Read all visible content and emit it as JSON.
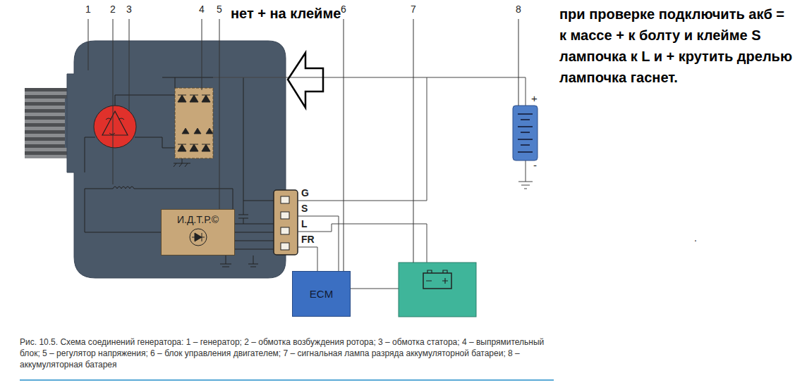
{
  "diagram": {
    "caption": "Рис. 10.5. Схема соединений генератора: 1 – генератор; 2 – обмотка возбуждения ротора; 3 – обмотка статора; 4 – выпрямительный блок; 5 – регулятор напряжения; 6 – блок управления двигателем; 7 – сигнальная лампа разряда аккумуляторной батареи; 8 – аккумуляторная батарея",
    "nodes": [
      {
        "text": [
          "И.Д.Т.Р.©"
        ]
      },
      {
        "text": [
          "ECM"
        ]
      }
    ],
    "labels": [
      "1",
      "2",
      "3",
      "4",
      "5",
      "6",
      "7",
      "8",
      "нет + на клейме",
      "при проверке подключить акб = к массе + к болту и клейме S лампочка к L и + крутить дрелью лампочка гаснет.",
      "G",
      "S",
      "L",
      "FR",
      "+",
      "-",
      "."
    ]
  }
}
